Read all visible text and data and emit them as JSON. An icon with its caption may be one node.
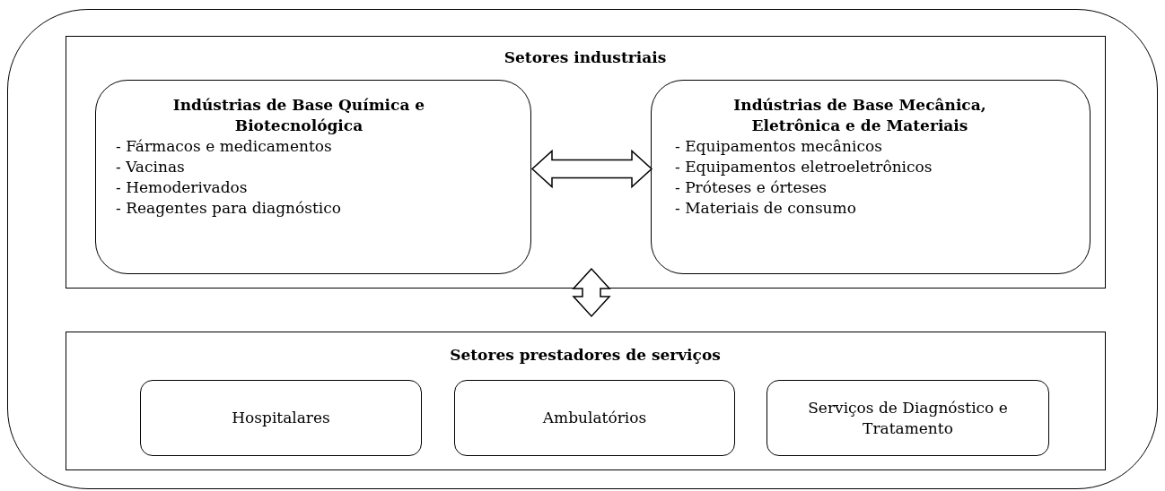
{
  "diagram": {
    "nodes": [
      {
        "text": [],
        "shape": "box"
      },
      {
        "text": [
          "Setores industriais"
        ],
        "in": 0
      },
      {
        "text": [
          "Indústrias de Base Química e Biotecnológica",
          "- Fármacos e medicamentos",
          "- Vacinas",
          "- Hemoderivados",
          "- Reagentes para diagnóstico"
        ],
        "in": 1
      },
      {
        "text": [
          "Indústrias de Base Mecânica, Eletrônica e de Materiais",
          "- Equipamentos mecânicos",
          "- Equipamentos eletroeletrônicos",
          "- Próteses e órteses",
          "- Materiais de consumo"
        ],
        "in": 1
      },
      {
        "text": [
          "Setores prestadores de serviços"
        ],
        "in": 0
      },
      {
        "text": [
          "Hospitalares"
        ],
        "in": 4
      },
      {
        "text": [
          "Ambulatórios"
        ],
        "in": 4
      },
      {
        "text": [
          "Serviços de Diagnóstico e Tratamento"
        ],
        "in": 4
      }
    ],
    "edges": [
      {
        "from": 2,
        "to": 3,
        "arrow": "both"
      },
      {
        "from": 1,
        "to": 4,
        "arrow": "both"
      }
    ]
  }
}
